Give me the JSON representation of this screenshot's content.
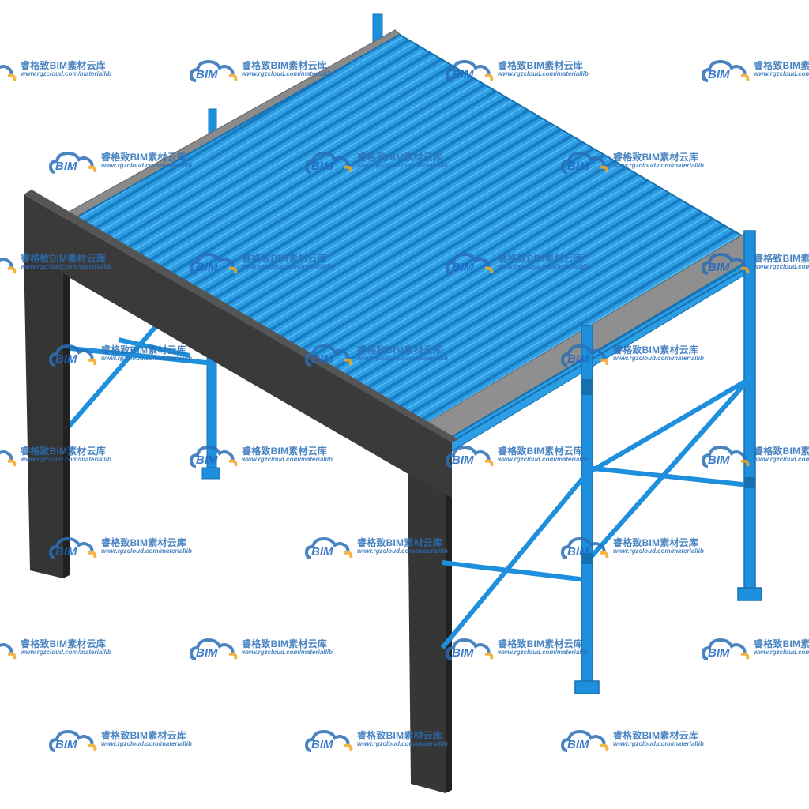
{
  "image": {
    "subject": "steel frame canopy structure",
    "colors": {
      "roof": "#2b9ee6",
      "roof_rib": "#1a7cc0",
      "steel": "#1d8fdc",
      "steel_dark": "#1670b0",
      "concrete": "#3a3a3a",
      "concrete_side": "#2c2c2c",
      "purlin_beam": "#8a8a8a",
      "watermark": "#2a6fb8"
    }
  },
  "watermark": {
    "logo_text": "BIM",
    "cn_text": "睿格致BIM素材云库",
    "url_text": "www.rgzcloud.com/materiallib"
  }
}
